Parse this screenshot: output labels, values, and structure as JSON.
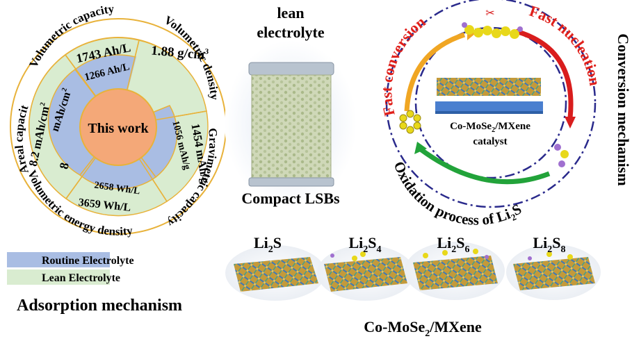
{
  "radar": {
    "center": "This work",
    "values": {
      "vol_cap_lean": "1743 Ah/L",
      "vol_cap_routine": "1266 Ah/L",
      "vol_density_lean": "1.88 g/cm",
      "vol_density_sup": "3",
      "grav_lean": "1454 mAh/g",
      "grav_routine": "1056 mAh/g",
      "vol_energy_routine": "2658 Wh/L",
      "vol_energy_lean": "3659 Wh/L",
      "areal_lean": "8.2 mAh/cm",
      "areal_lean_sup": "2",
      "areal_routine_a": "8",
      "areal_routine_b": "mAh/cm",
      "areal_routine_sup": "2"
    },
    "outer_labels": {
      "volumetric_capacity": "Volumetric capacity",
      "volumetric_density": "Volumetric density",
      "gravimetric_capacity": "Gravimetric capacity",
      "volumetric_energy_density": "Volumetric energy density",
      "areal_capacity": "Areal capacity"
    },
    "colors": {
      "routine": "#a9bde3",
      "lean": "#d9ecd0",
      "center": "#f4a878",
      "ring": "#e8b23a"
    }
  },
  "legend": {
    "routine": "Routine Electrolyte",
    "lean": "Lean Electrolyte"
  },
  "battery": {
    "title_line1": "lean",
    "title_line2": "electrolyte",
    "caption": "Compact LSBs"
  },
  "conversion": {
    "fast_conversion": "Fast conversion",
    "fast_nucleation": "Fast nucleation",
    "catalyst_line1": "Co-MoSe",
    "catalyst_sub": "2",
    "catalyst_line1_end": "/MXene",
    "catalyst_line2": "catalyst",
    "oxidation": "Oxidation process of Li",
    "oxidation_sub": "2",
    "oxidation_end": "S",
    "mechanism": "Conversion mechanism"
  },
  "adsorption": {
    "species": [
      {
        "base": "Li",
        "sub1": "2",
        "mid": "S",
        "sub2": ""
      },
      {
        "base": "Li",
        "sub1": "2",
        "mid": "S",
        "sub2": "4"
      },
      {
        "base": "Li",
        "sub1": "2",
        "mid": "S",
        "sub2": "6"
      },
      {
        "base": "Li",
        "sub1": "2",
        "mid": "S",
        "sub2": "8"
      }
    ],
    "title": "Adsorption mechanism",
    "substrate": "Co-MoSe",
    "substrate_sub": "2",
    "substrate_end": "/MXene"
  }
}
